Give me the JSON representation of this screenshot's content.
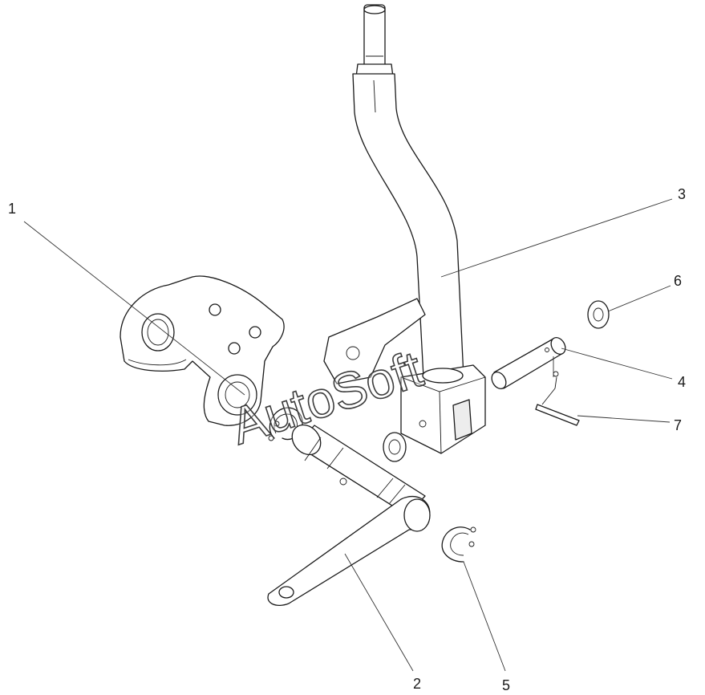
{
  "callouts": {
    "c1": "1",
    "c2": "2",
    "c3": "3",
    "c4": "4",
    "c5": "5",
    "c6": "6",
    "c7": "7"
  },
  "watermark": "AutoSoft",
  "colors": {
    "line": "#1a1a1a",
    "background": "#ffffff"
  }
}
